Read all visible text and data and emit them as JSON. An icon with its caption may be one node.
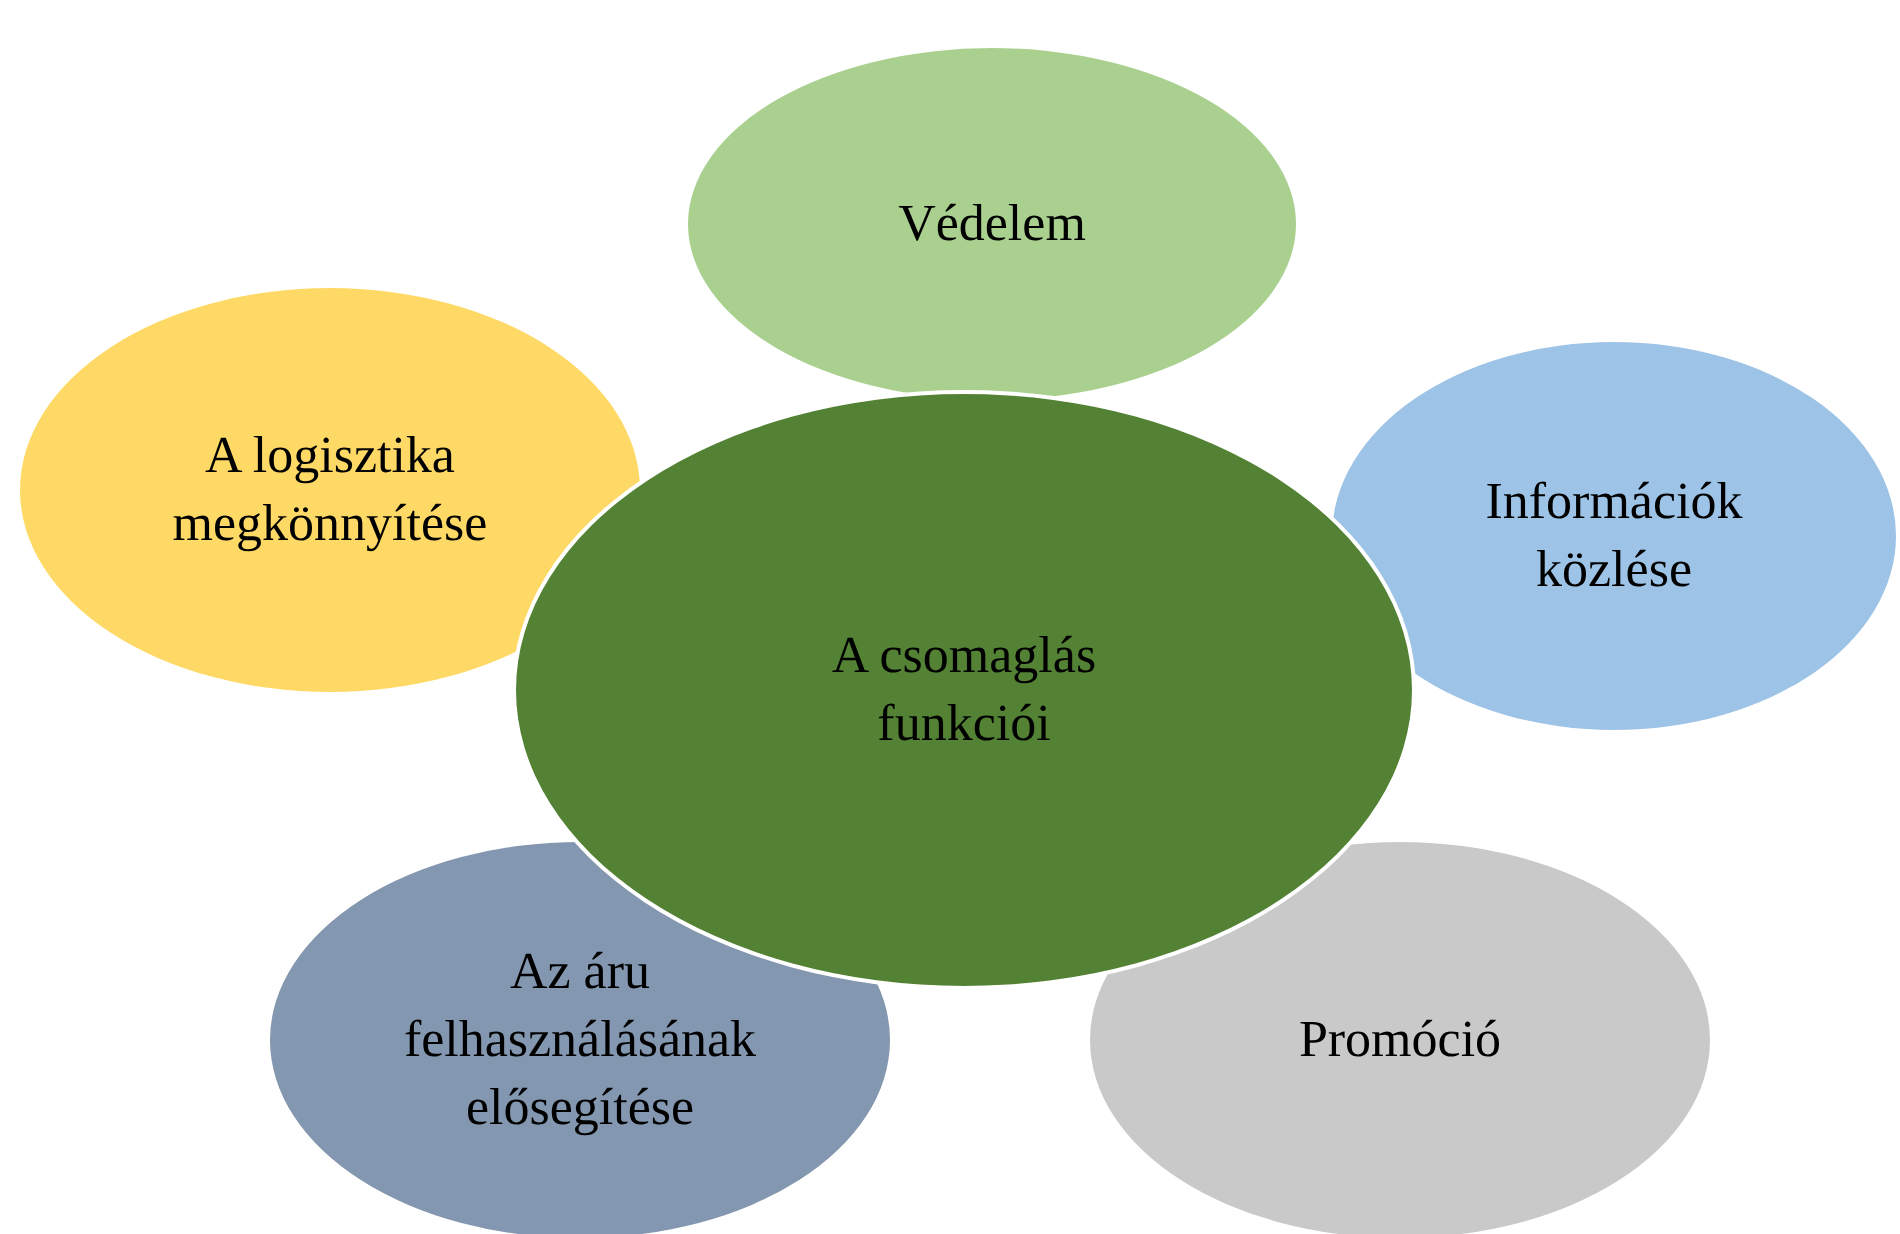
{
  "diagram": {
    "nodes": [
      {
        "text": [
          "Védelem"
        ]
      },
      {
        "text": [
          "A logisztika megkönnyítése"
        ]
      },
      {
        "text": [
          "Információk közlése"
        ]
      },
      {
        "text": [
          "A csomaglás funkciói"
        ]
      },
      {
        "text": [
          "Az áru felhasználásának elősegítése"
        ]
      },
      {
        "text": [
          "Promóció"
        ]
      }
    ]
  }
}
